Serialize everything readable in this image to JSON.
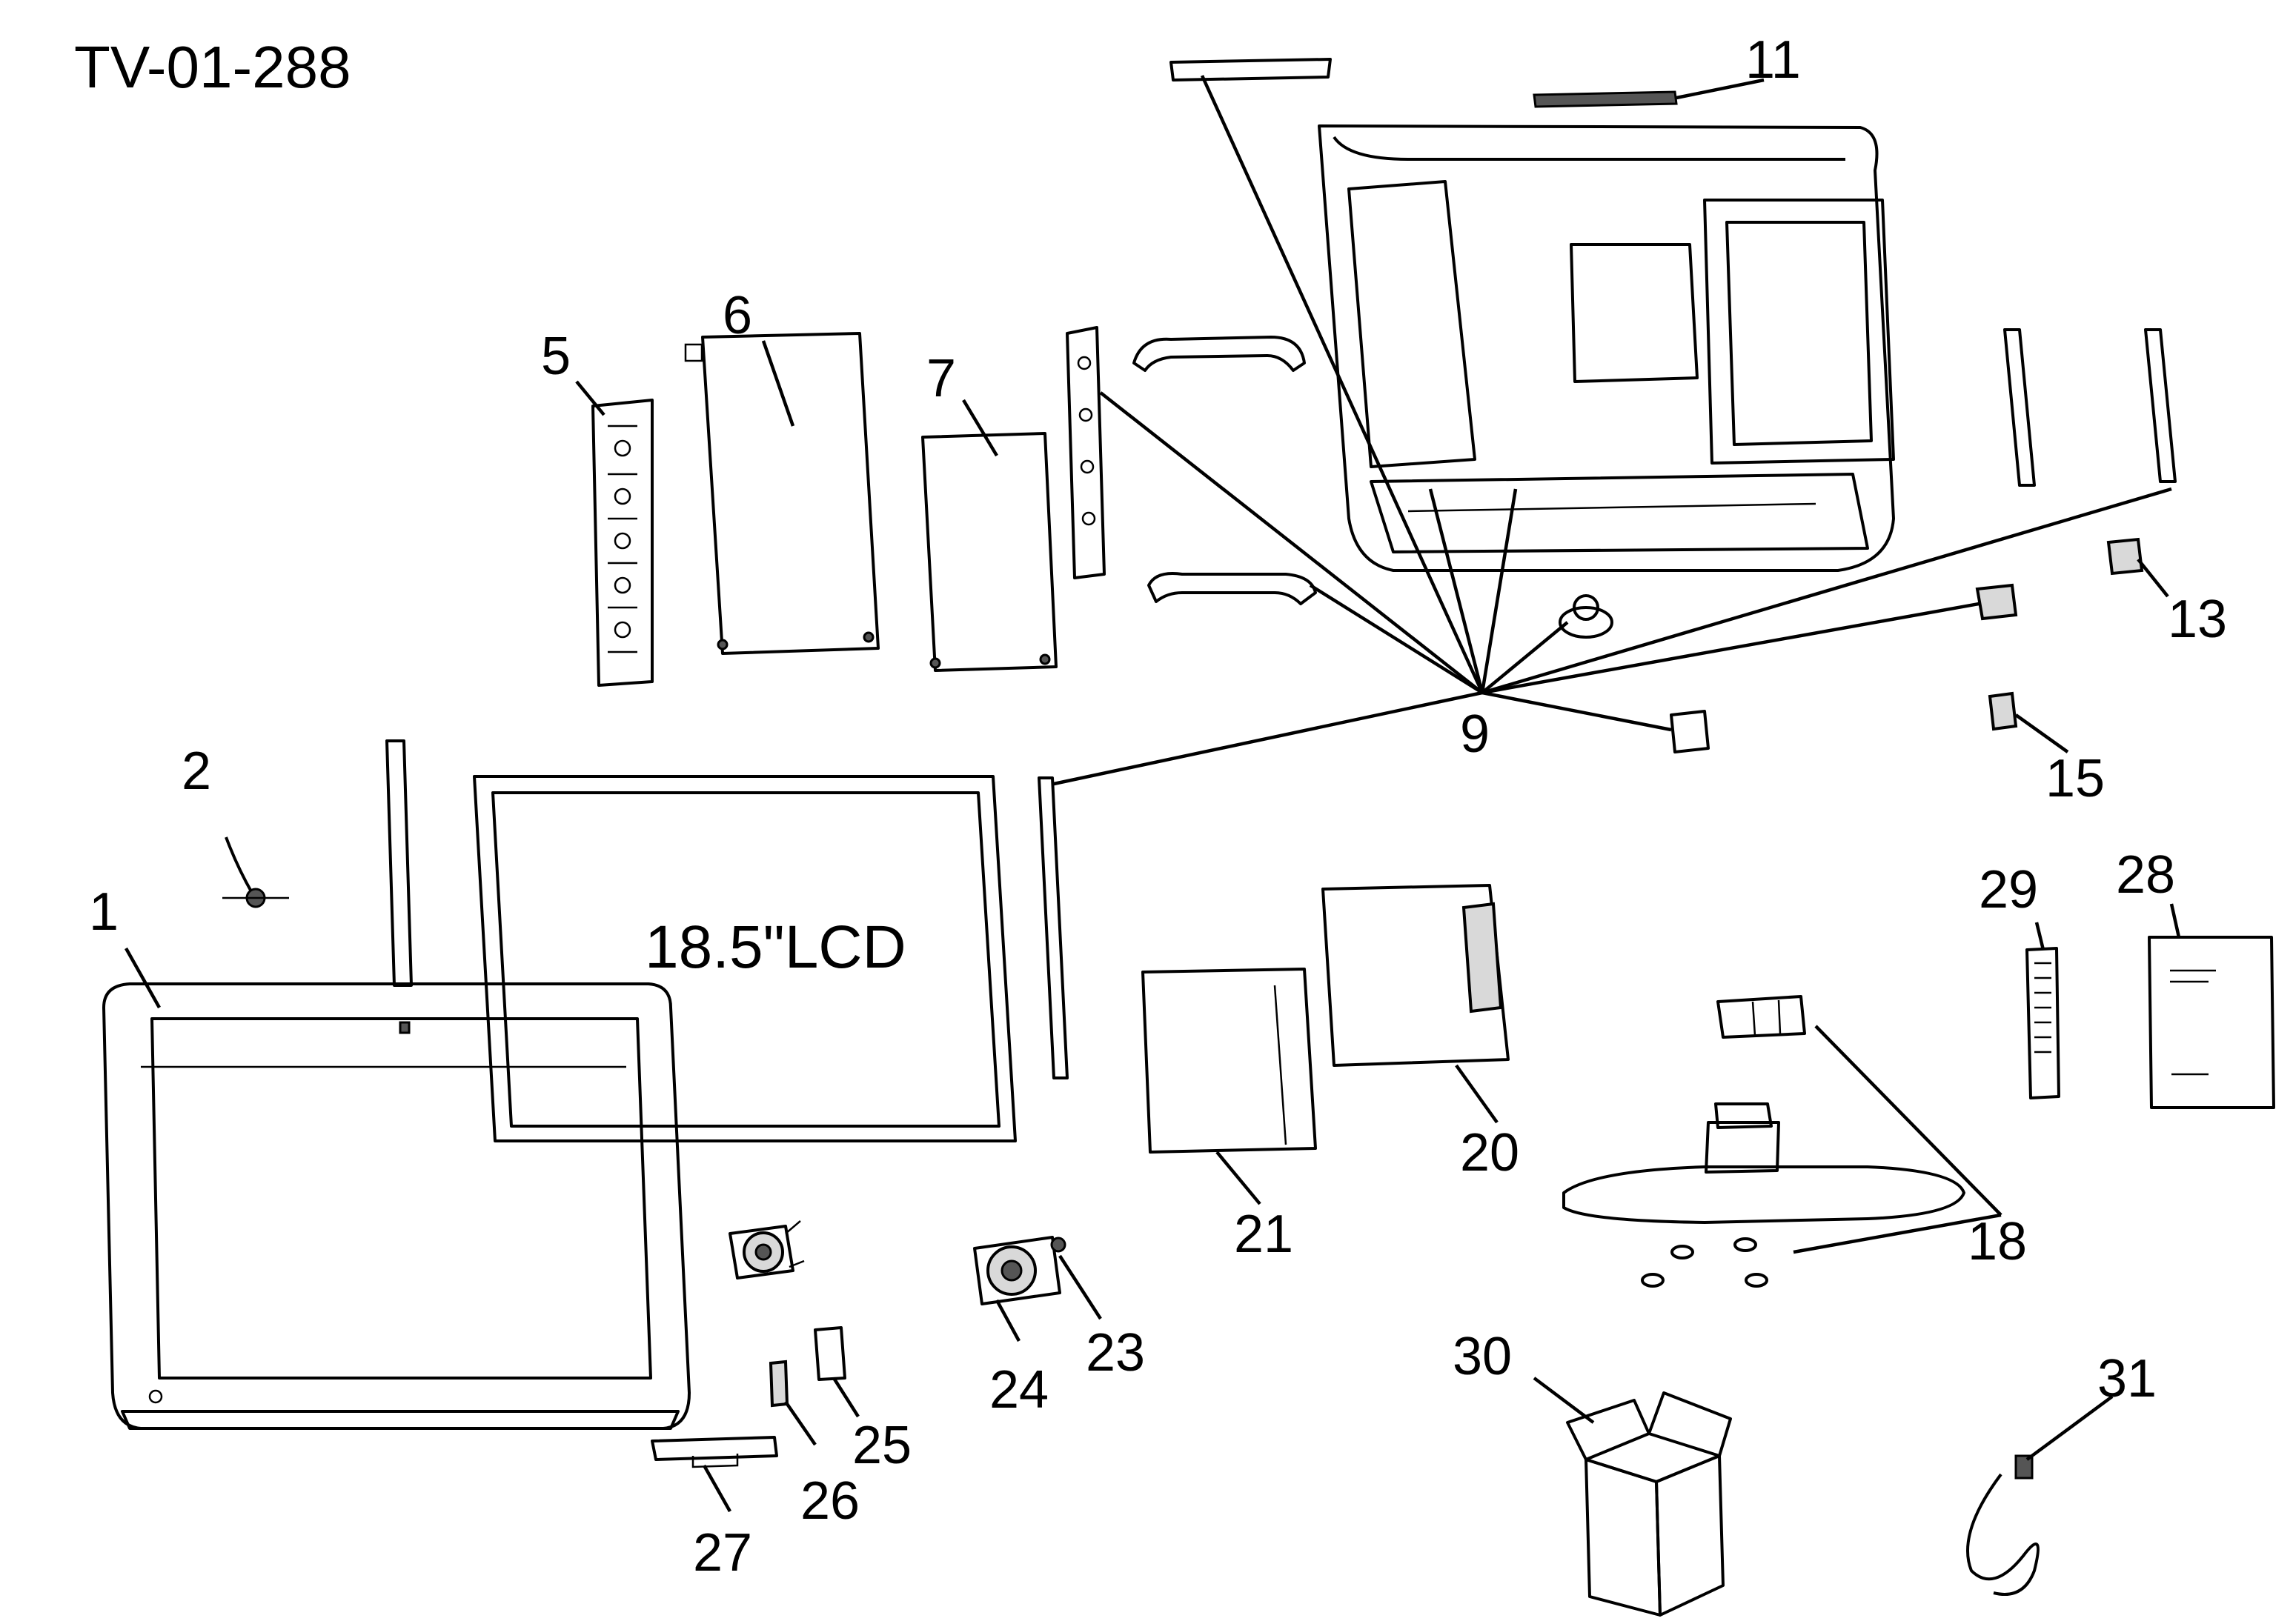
{
  "diagram_id": "TV-01-288",
  "panel_label": "18.5\"LCD",
  "callouts": {
    "c1": "1",
    "c2": "2",
    "c5": "5",
    "c6": "6",
    "c7": "7",
    "c9": "9",
    "c11": "11",
    "c13": "13",
    "c15": "15",
    "c18": "18",
    "c20": "20",
    "c21": "21",
    "c23": "23",
    "c24": "24",
    "c25": "25",
    "c26": "26",
    "c27": "27",
    "c28": "28",
    "c29": "29",
    "c30": "30",
    "c31": "31"
  }
}
